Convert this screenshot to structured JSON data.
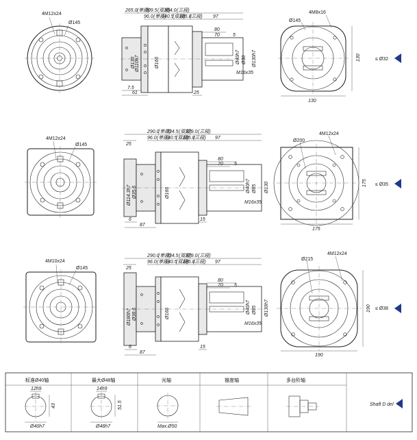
{
  "diagrams": [
    {
      "id": "row1",
      "front_left": {
        "holes": "4M12x24",
        "pcd": "Ø145"
      },
      "side": {
        "total_length": "265.0",
        "total_length_suffix": "(单段)",
        "total_length_alt1": "309.5",
        "total_length_alt1_suffix": "(双段)",
        "total_length_alt2": "354.0",
        "total_length_alt2_suffix": "(三段)",
        "body_length": "96.0",
        "body_length_suffix": "(单段)",
        "body_length_alt1": "140.5",
        "body_length_alt1_suffix": "(双段)",
        "body_length_alt2": "185.0",
        "body_length_alt2_suffix": "(三段)",
        "shaft_length": "97",
        "key_a": "80",
        "key_b": "70",
        "key_c": "5",
        "shoulder": "25",
        "flange_d1": "Ø166",
        "spigot": "Ø110h7",
        "flange_d2": "Ø130",
        "key_width": "Ø40h7",
        "key_width2": "Ø38",
        "shaft_d": "Ø130h7",
        "tap": "M16x35",
        "left_dim1": "7.5",
        "left_dim2": "61"
      },
      "front_right": {
        "holes": "4M8x16",
        "pcd": "Ø145",
        "width": "130",
        "height": "130"
      },
      "shaft_size_label": "≤ Ø32"
    },
    {
      "id": "row2",
      "front_left": {
        "holes": "4M12x24",
        "pcd": "Ø145"
      },
      "side": {
        "total_length": "290.0",
        "total_length_suffix": "(单段)",
        "total_length_alt1": "334.5",
        "total_length_alt1_suffix": "(双段)",
        "total_length_alt2": "379.0",
        "total_length_alt2_suffix": "(三段)",
        "body_length": "96.0",
        "body_length_suffix": "(单段)",
        "body_length_alt1": "140.5",
        "body_length_alt1_suffix": "(双段)",
        "body_length_alt2": "185.0",
        "body_length_alt2_suffix": "(三段)",
        "shaft_length": "97",
        "key_a": "80",
        "key_b": "70",
        "key_c": "5",
        "shoulder": "25",
        "flange_d1": "Ø166",
        "spigot": "Ø114.3h7",
        "flange_d2": "Ø35.6",
        "key_width": "Ø40h7",
        "key_width2": "Ø85",
        "shaft_d": "Ø130",
        "tap": "M16x35",
        "left_dim1": "15",
        "left_dim2": "87",
        "left_dim0": "6"
      },
      "front_right": {
        "holes": "4M12x24",
        "pcd": "Ø200",
        "width": "175",
        "height": "175"
      },
      "shaft_size_label": "≤ Ø35"
    },
    {
      "id": "row3",
      "front_left": {
        "holes": "4M10x24",
        "pcd": "Ø145"
      },
      "side": {
        "total_length": "290.0",
        "total_length_suffix": "(单段)",
        "total_length_alt1": "334.5",
        "total_length_alt1_suffix": "(双段)",
        "total_length_alt2": "379.0",
        "total_length_alt2_suffix": "(三段)",
        "body_length": "96.0",
        "body_length_suffix": "(单段)",
        "body_length_alt1": "140.5",
        "body_length_alt1_suffix": "(双段)",
        "body_length_alt2": "185.0",
        "body_length_alt2_suffix": "(三段)",
        "shaft_length": "97",
        "key_a": "80",
        "key_b": "70",
        "key_c": "5",
        "shoulder": "25",
        "flange_d1": "Ø166",
        "spigot": "Ø180h7",
        "flange_d2": "Ø38.6",
        "key_width": "Ø40h7",
        "key_width2": "Ø85",
        "shaft_d": "Ø130h7",
        "tap": "M16x35",
        "left_dim1": "15",
        "left_dim2": "87",
        "left_dim0": "6"
      },
      "front_right": {
        "holes": "4M12x24",
        "pcd": "Ø215",
        "width": "190",
        "height": "190"
      },
      "shaft_size_label": "≤ Ø38"
    }
  ],
  "shaft_options": [
    {
      "title": "标准Ø40轴",
      "dim_top": "12h9",
      "dim_side": "43",
      "dim_bottom": "Ø40h7"
    },
    {
      "title": "最大Ø48轴",
      "dim_top": "14h9",
      "dim_side": "51.5",
      "dim_bottom": "Ø48h7"
    },
    {
      "title": "光轴",
      "dim_bottom": "Max.Ø50"
    },
    {
      "title": "锥度轴"
    },
    {
      "title": "多台阶轴"
    }
  ],
  "shaft_detail_label": "Shaft D del"
}
